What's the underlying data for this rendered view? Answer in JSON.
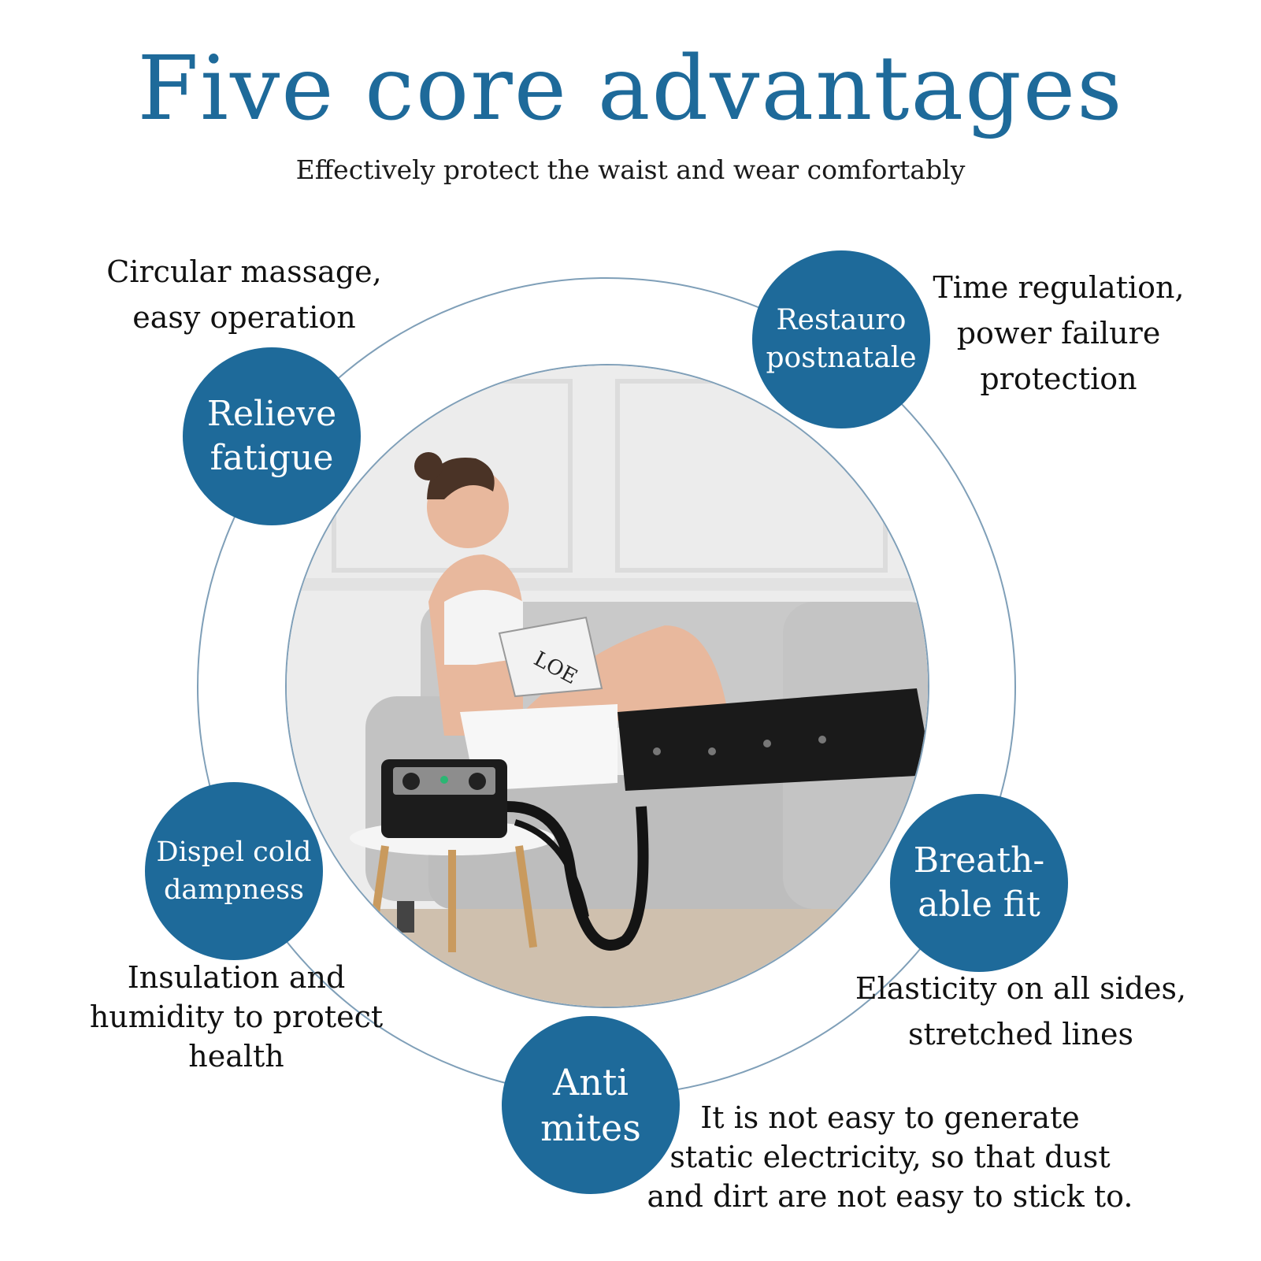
{
  "header": {
    "title": "Five core advantages",
    "subtitle": "Effectively protect the waist and wear comfortably"
  },
  "colors": {
    "accent": "#1e6a9a",
    "ring": "#7f9fb8",
    "text": "#111111"
  },
  "badges": {
    "relieve": [
      "Relieve",
      "fatigue"
    ],
    "restauro": [
      "Restauro",
      "postnatale"
    ],
    "dispel": [
      "Dispel cold",
      "dampness"
    ],
    "breathable": [
      "Breath-",
      "able fit"
    ],
    "anti_mites": [
      "Anti",
      "mites"
    ]
  },
  "captions": {
    "circular": [
      "Circular massage,",
      "easy operation"
    ],
    "time": [
      "Time regulation,",
      "power failure",
      "protection"
    ],
    "insulation": [
      "Insulation and",
      "humidity to protect",
      "health"
    ],
    "elasticity": [
      "Elasticity on all sides,",
      "stretched lines"
    ],
    "static": [
      "It is not easy to generate",
      "static electricity, so that dust",
      "and dirt are not easy to stick to."
    ]
  },
  "photo": {
    "magazine_text": "LOE"
  }
}
